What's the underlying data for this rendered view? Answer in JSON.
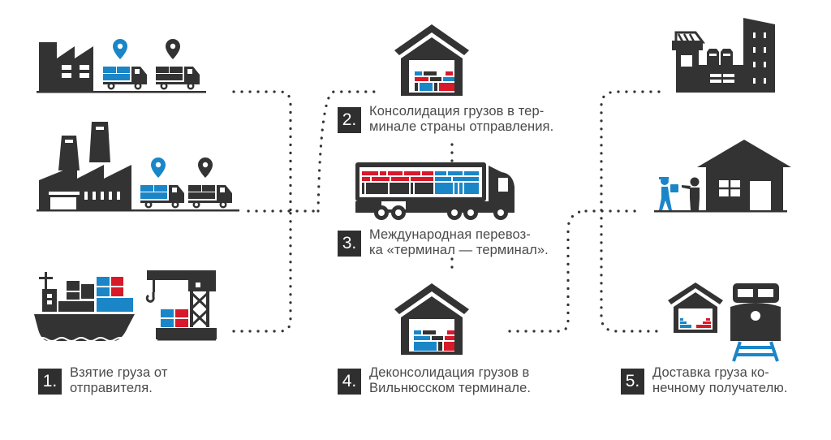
{
  "colors": {
    "dark": "#333334",
    "blue": "#1a86c8",
    "red": "#d7192a",
    "text": "#4a4a4a"
  },
  "steps": [
    {
      "number": "1.",
      "lines": [
        "Взятие груза от",
        "отправителя."
      ]
    },
    {
      "number": "2.",
      "lines": [
        "Консолидация грузов в тер-",
        "минале страны отправления."
      ]
    },
    {
      "number": "3.",
      "lines": [
        "Международная перевоз-",
        "ка «терминал — терминал»."
      ]
    },
    {
      "number": "4.",
      "lines": [
        "Деконсолидация грузов в",
        "Вильнюсском терминале."
      ]
    },
    {
      "number": "5.",
      "lines": [
        "Доставка груза ко-",
        "нечному получателю."
      ]
    }
  ],
  "icons": {
    "origin_top": [
      "factory-icon",
      "location-pin-icon",
      "cargo-truck-icon"
    ],
    "origin_middle": [
      "industrial-plant-icon",
      "location-pin-icon",
      "cargo-truck-icon"
    ],
    "origin_bottom": [
      "cargo-ship-icon",
      "port-crane-icon"
    ],
    "consolidation": "warehouse-icon",
    "transport": "semi-truck-icon",
    "deconsolidation": "warehouse-icon",
    "dest_top": "factory-building-icon",
    "dest_middle": [
      "courier-icon",
      "recipient-icon",
      "house-icon"
    ],
    "dest_bottom": [
      "warehouse-icon",
      "train-icon"
    ]
  }
}
